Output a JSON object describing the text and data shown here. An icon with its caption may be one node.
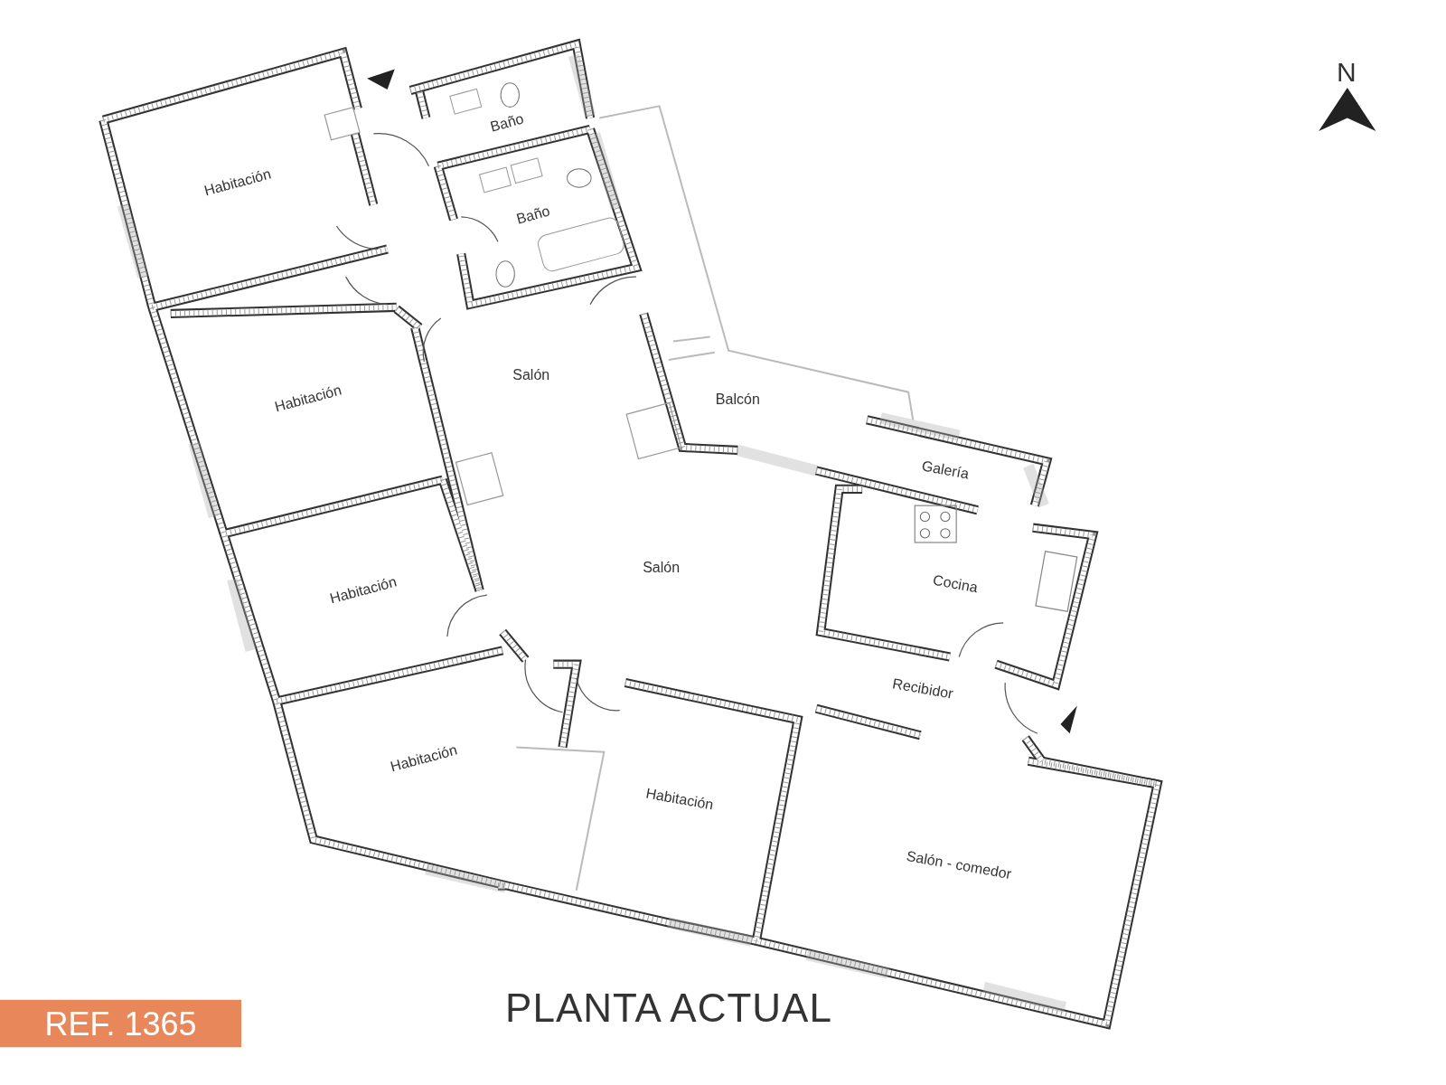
{
  "diagram": {
    "title": "PLANTA ACTUAL",
    "labels": [
      "N",
      "Baño",
      "Habitación",
      "Baño",
      "Salón",
      "Habitación",
      "Balcón",
      "Galería",
      "Salón",
      "Habitación",
      "Cocina",
      "Recibidor",
      "Habitación",
      "Habitación",
      "Salón - comedor",
      "REF. 1365"
    ]
  }
}
